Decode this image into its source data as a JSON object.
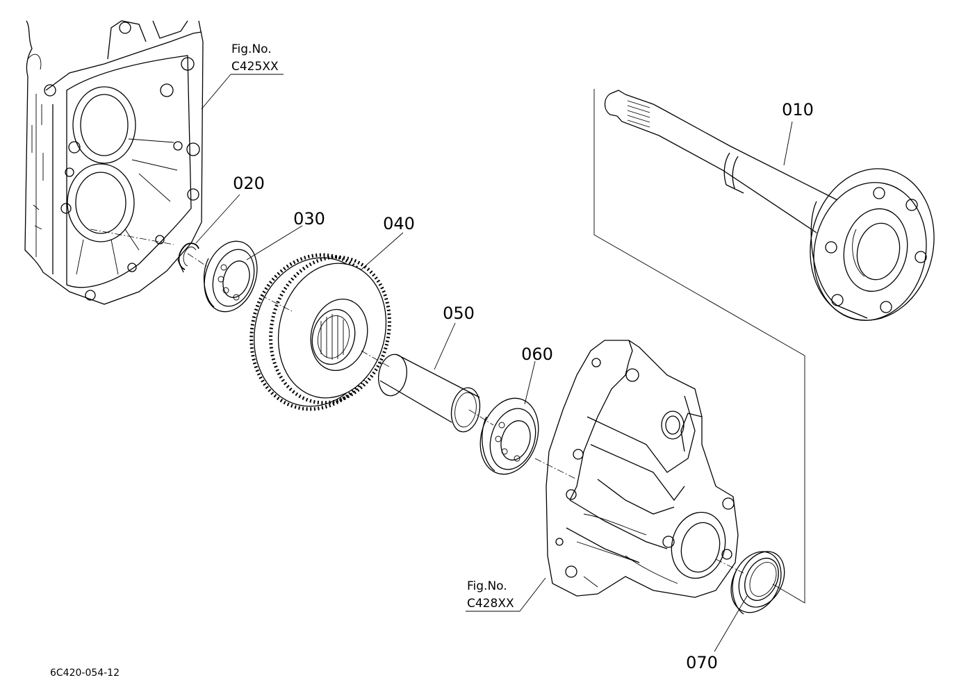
{
  "figure": {
    "drawing_code": "6C420-054-12",
    "references": [
      {
        "id": "ref-top",
        "line1": "Fig.No.",
        "line2": "C425XX"
      },
      {
        "id": "ref-bottom",
        "line1": "Fig.No.",
        "line2": "C428XX"
      }
    ],
    "parts": [
      {
        "id": "010",
        "label": "010"
      },
      {
        "id": "020",
        "label": "020"
      },
      {
        "id": "030",
        "label": "030"
      },
      {
        "id": "040",
        "label": "040"
      },
      {
        "id": "050",
        "label": "050"
      },
      {
        "id": "060",
        "label": "060"
      },
      {
        "id": "070",
        "label": "070"
      }
    ]
  }
}
